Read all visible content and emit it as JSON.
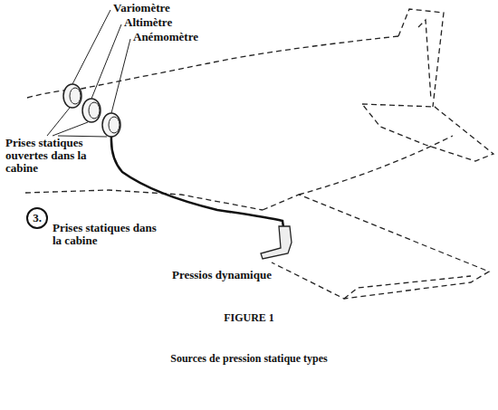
{
  "diagram": {
    "title": "FIGURE 1",
    "caption": "Sources de pression statique types",
    "nodes": [
      {
        "text": [
          "3."
        ]
      }
    ],
    "labels": [
      "Variomètre",
      "Altimètre",
      "Anémomètre",
      "Prises statiques ouvertes dans la cabine",
      "Prises statiques dans la cabine",
      "Pressios dynamique"
    ]
  }
}
